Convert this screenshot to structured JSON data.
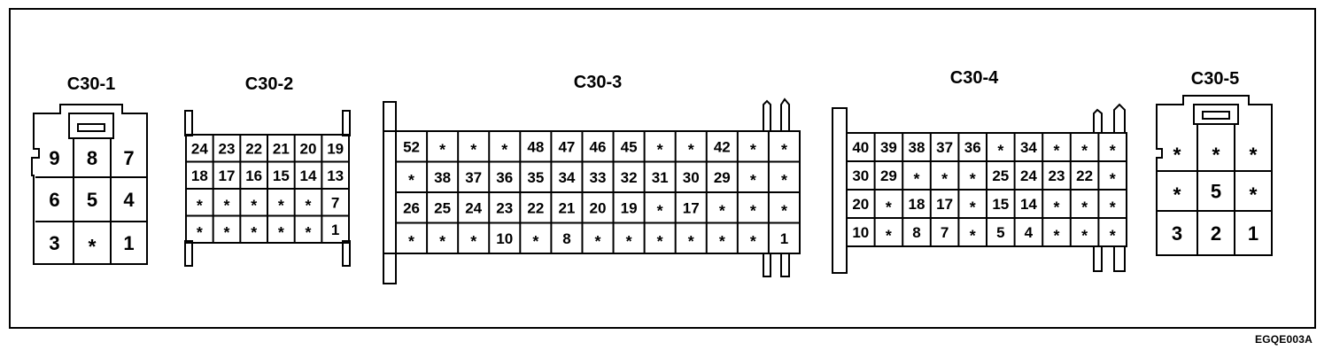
{
  "figure": {
    "reference_code": "EGQE003A"
  },
  "connectors": [
    {
      "id": "C30-1",
      "label": "C30-1",
      "rows": [
        [
          "9",
          "8",
          "7"
        ],
        [
          "6",
          "5",
          "4"
        ],
        [
          "3",
          "*",
          "1"
        ]
      ]
    },
    {
      "id": "C30-2",
      "label": "C30-2",
      "rows": [
        [
          "24",
          "23",
          "22",
          "21",
          "20",
          "19"
        ],
        [
          "18",
          "17",
          "16",
          "15",
          "14",
          "13"
        ],
        [
          "*",
          "*",
          "*",
          "*",
          "*",
          "7"
        ],
        [
          "*",
          "*",
          "*",
          "*",
          "*",
          "1"
        ]
      ]
    },
    {
      "id": "C30-3",
      "label": "C30-3",
      "rows": [
        [
          "52",
          "*",
          "*",
          "*",
          "48",
          "47",
          "46",
          "45",
          "*",
          "*",
          "42",
          "*",
          "*"
        ],
        [
          "*",
          "38",
          "37",
          "36",
          "35",
          "34",
          "33",
          "32",
          "31",
          "30",
          "29",
          "*",
          "*"
        ],
        [
          "26",
          "25",
          "24",
          "23",
          "22",
          "21",
          "20",
          "19",
          "*",
          "17",
          "*",
          "*",
          "*"
        ],
        [
          "*",
          "*",
          "*",
          "10",
          "*",
          "8",
          "*",
          "*",
          "*",
          "*",
          "*",
          "*",
          "1"
        ]
      ]
    },
    {
      "id": "C30-4",
      "label": "C30-4",
      "rows": [
        [
          "40",
          "39",
          "38",
          "37",
          "36",
          "*",
          "34",
          "*",
          "*",
          "*"
        ],
        [
          "30",
          "29",
          "*",
          "*",
          "*",
          "25",
          "24",
          "23",
          "22",
          "*"
        ],
        [
          "20",
          "*",
          "18",
          "17",
          "*",
          "15",
          "14",
          "*",
          "*",
          "*"
        ],
        [
          "10",
          "*",
          "8",
          "7",
          "*",
          "5",
          "4",
          "*",
          "*",
          "*"
        ]
      ]
    },
    {
      "id": "C30-5",
      "label": "C30-5",
      "rows": [
        [
          "*",
          "*",
          "*"
        ],
        [
          "*",
          "5",
          "*"
        ],
        [
          "3",
          "2",
          "1"
        ]
      ]
    }
  ]
}
